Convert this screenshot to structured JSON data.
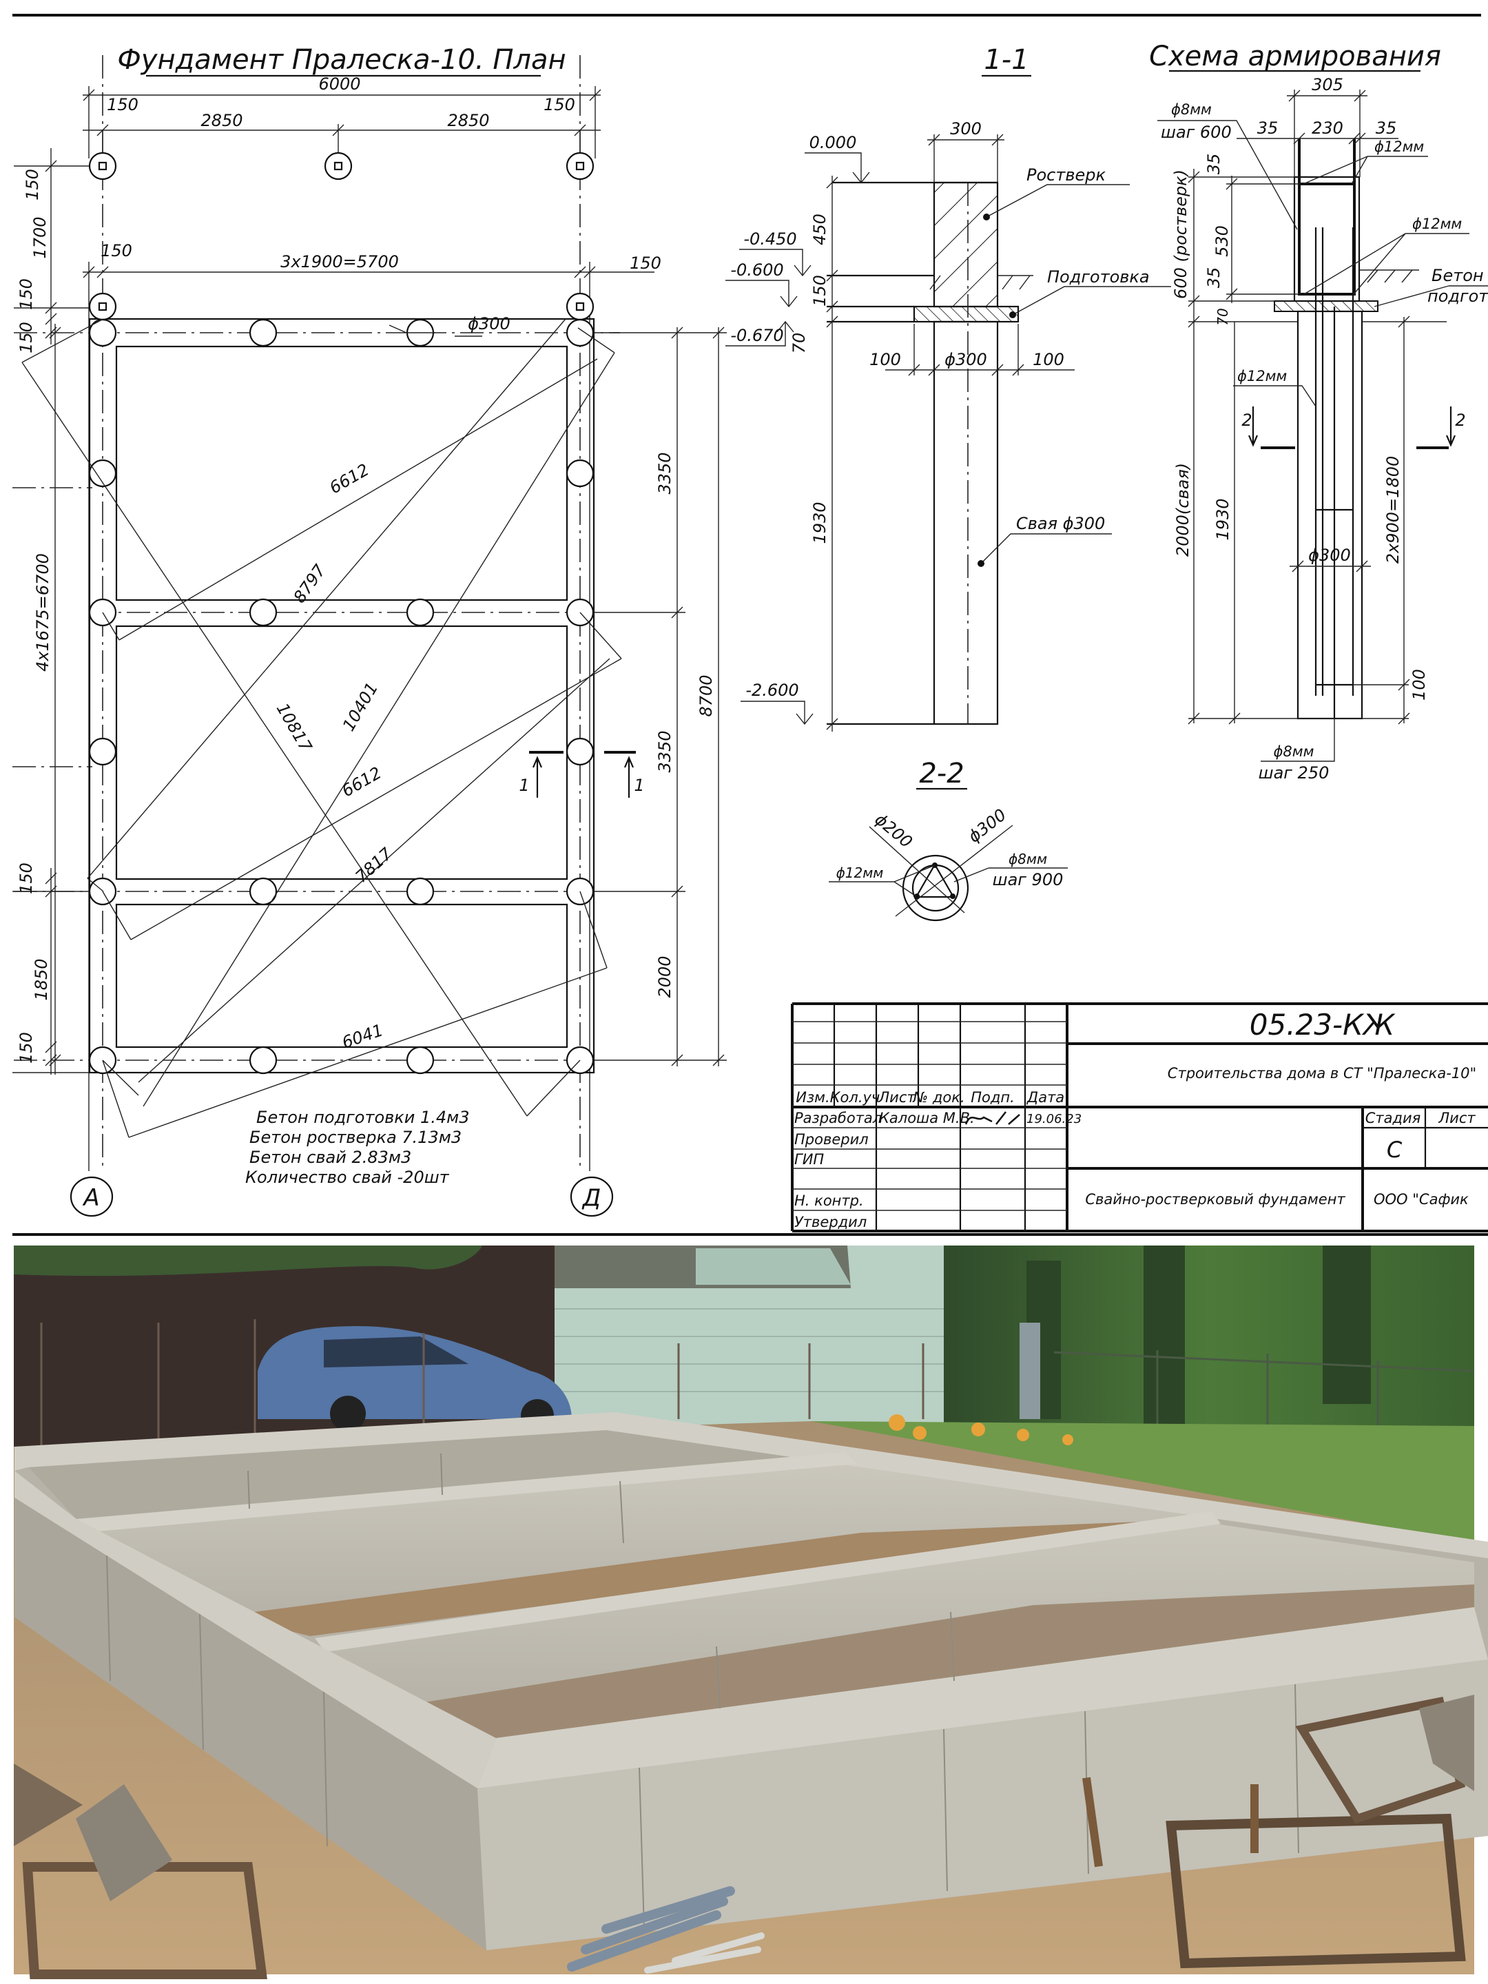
{
  "plan": {
    "title": "Фундамент Пралеска-10. План",
    "dims": [
      "6000",
      "150",
      "2850",
      "2850",
      "150",
      "150",
      "1700",
      "150",
      "3x1900=5700",
      "150",
      "150",
      "150",
      "ϕ300",
      "4x1675=6700",
      "3350",
      "3350",
      "2000",
      "8700",
      "150",
      "1850",
      "150"
    ],
    "diagonals": [
      "6612",
      "8797",
      "10817",
      "10401",
      "6612",
      "7817",
      "6041"
    ],
    "section_marks": [
      "1",
      "1"
    ],
    "axes": [
      "А",
      "Д"
    ],
    "notes": [
      "Бетон подготовки 1.4м3",
      "Бетон ростверка 7.13м3",
      "Бетон свай 2.83м3",
      "Количество свай -20шт"
    ]
  },
  "section11": {
    "title": "1-1",
    "levels": [
      "0.000",
      "-0.450",
      "-0.600",
      "-0.670",
      "-2.600"
    ],
    "dims": [
      "300",
      "450",
      "150",
      "70",
      "100",
      "ϕ300",
      "100",
      "1930"
    ],
    "callouts": [
      "Ростверк",
      "Подготовка",
      "Свая ϕ300"
    ]
  },
  "section22": {
    "title": "2-2",
    "labels": [
      "ϕ200",
      "ϕ300",
      "ϕ12мм",
      "ϕ8мм",
      "шаг 900"
    ]
  },
  "scheme": {
    "title": "Схема армирования",
    "dims": [
      "305",
      "35",
      "230",
      "35",
      "35",
      "530",
      "35",
      "600 (ростверк)",
      "70",
      "2000(свая)",
      "1930",
      "2x900=1800",
      "ϕ300",
      "100"
    ],
    "callouts": [
      "ϕ8мм",
      "шаг 600",
      "ϕ12мм",
      "ϕ12мм",
      "Бетон",
      "подгот",
      "ϕ12мм",
      "ϕ8мм",
      "шаг 250"
    ],
    "section_marks": [
      "2",
      "2"
    ]
  },
  "title_block": {
    "doc_number": "05.23-КЖ",
    "project": "Строительства дома в СТ \"Пралеска-10\"",
    "headers": [
      "Изм.",
      "Кол.уч",
      "Лист",
      "№ док.",
      "Подп.",
      "Дата"
    ],
    "roles": [
      "Разработал",
      "Проверил",
      "ГИП",
      "Н. контр.",
      "Утвердил"
    ],
    "developer": "Калоша М.В.",
    "date": "19.06.23",
    "stage_label": "Стадия",
    "sheet_label": "Лист",
    "stage": "С",
    "sheet_title": "Свайно-ростверковый фундамент",
    "company": "ООО \"Сафик"
  },
  "colors": {
    "line": "#111111",
    "concrete": "#c3c0b6",
    "soil": "#b89a72",
    "grass": "#6f9a4a"
  }
}
